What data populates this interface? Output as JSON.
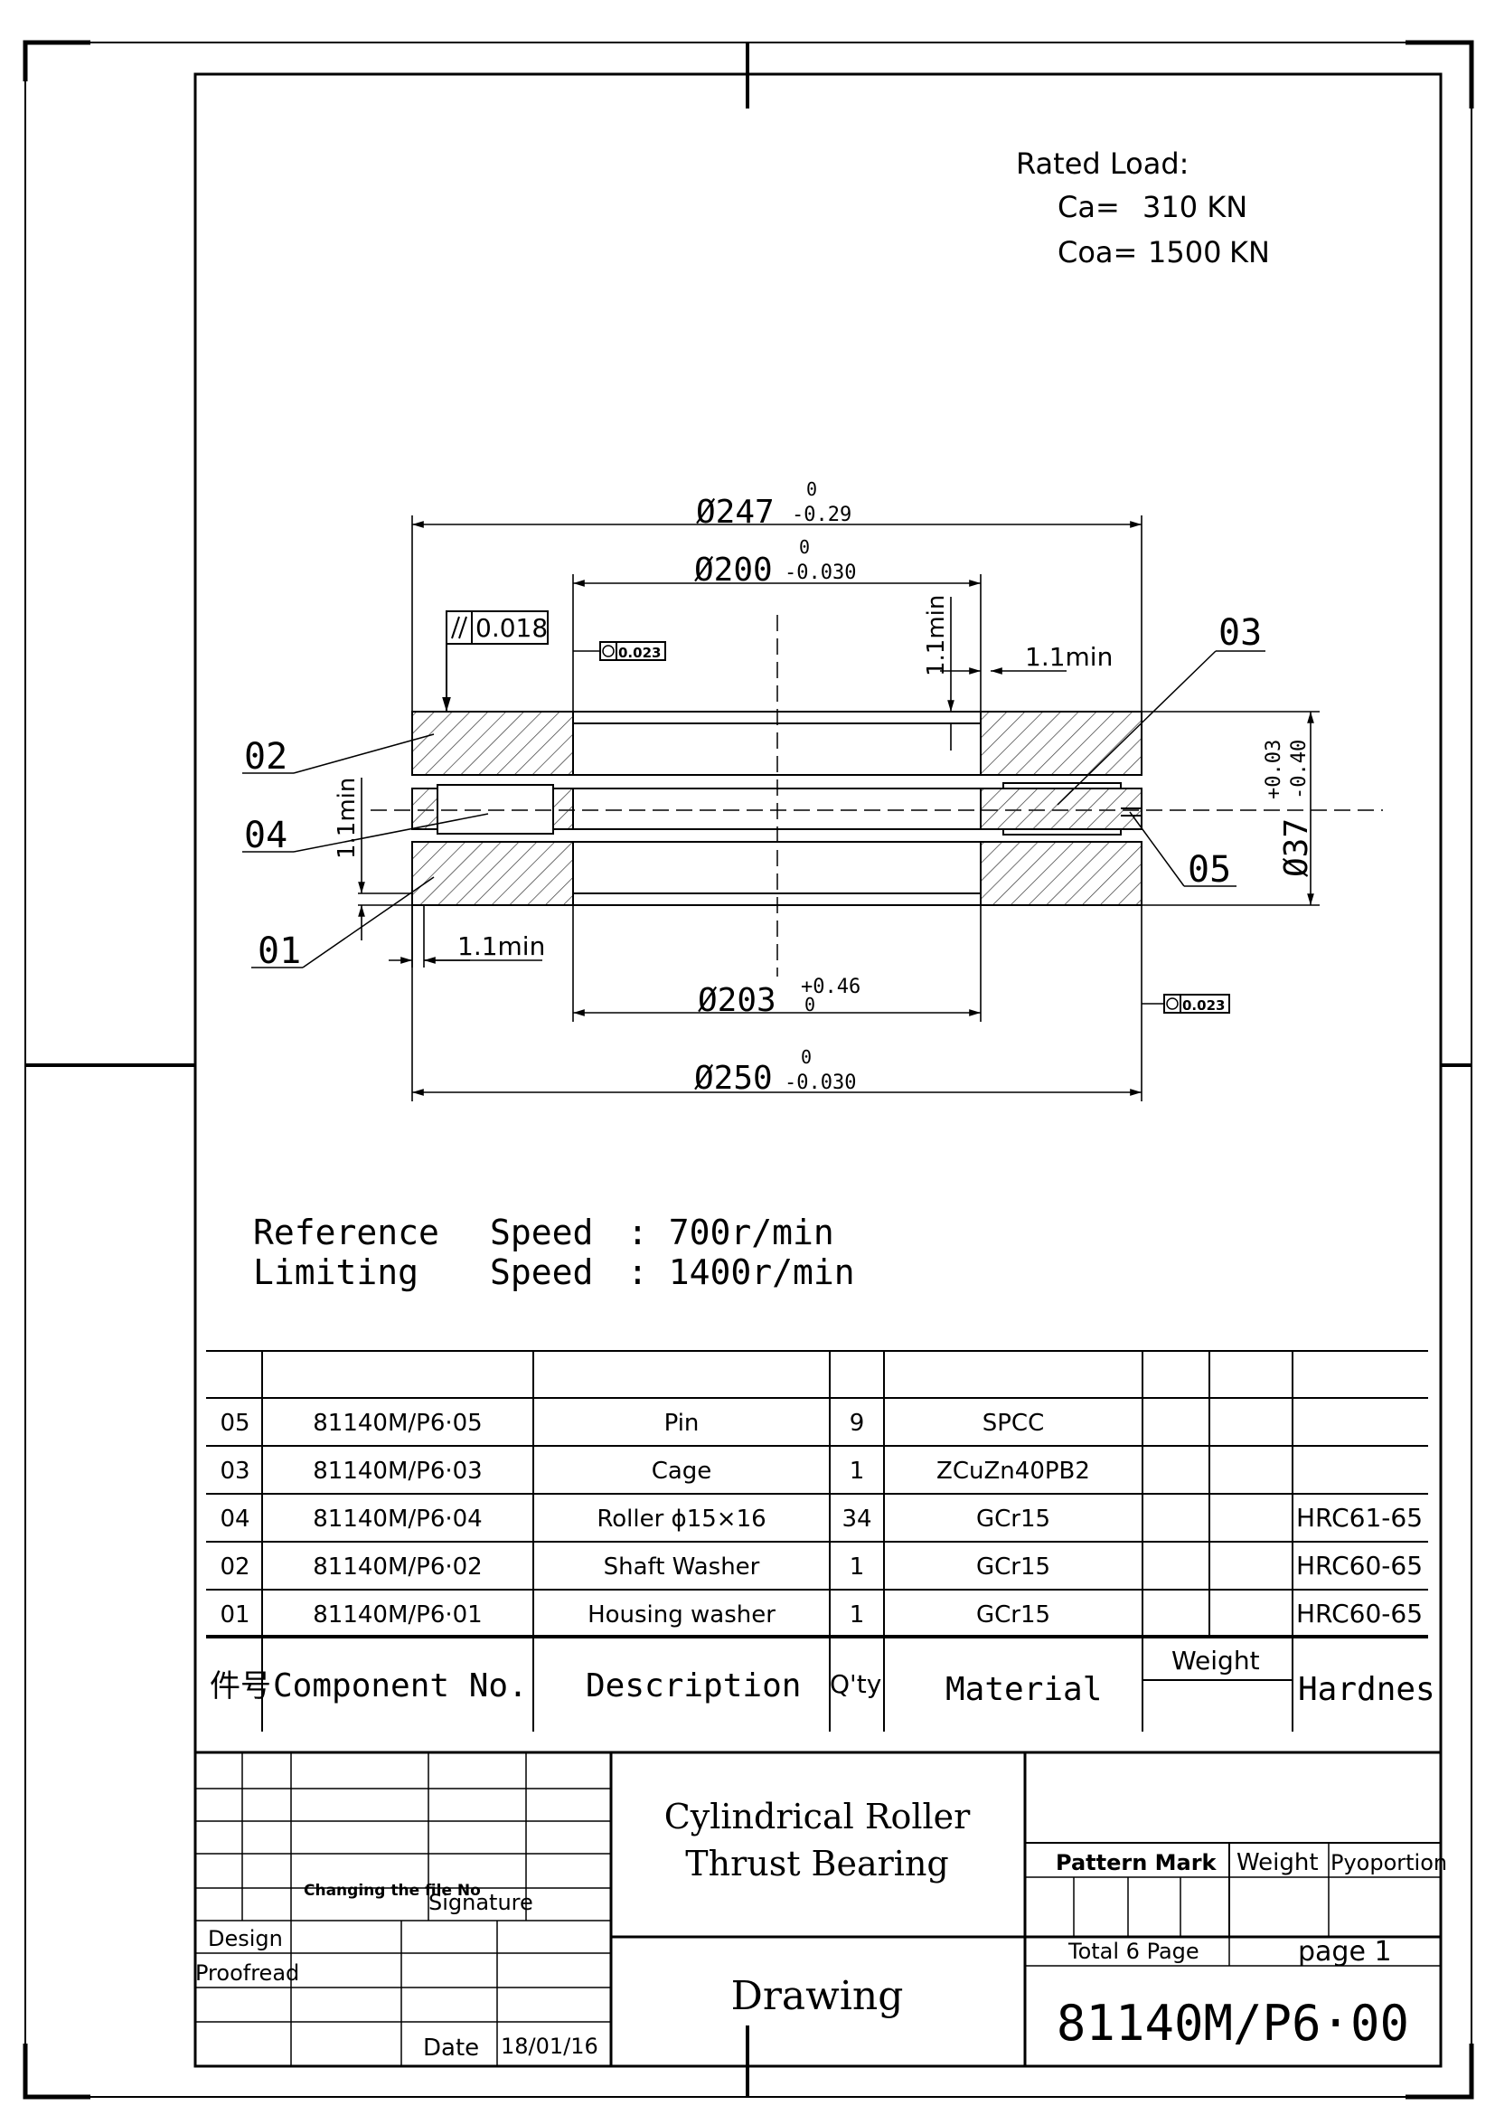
{
  "rated_load": {
    "label": "Rated Load:",
    "ca_label": "Ca=",
    "ca_value": "310 KN",
    "coa_label": "Coa=",
    "coa_value": "1500",
    "coa_unit": "KN"
  },
  "dimensions": {
    "d247": "Ø247",
    "d247_upper": "0",
    "d247_lower": "-0.29",
    "d200": "Ø200",
    "d200_upper": "0",
    "d200_lower": "-0.030",
    "d203": "Ø203",
    "d203_upper": "+0.46",
    "d203_lower": "0",
    "d250": "Ø250",
    "d250_upper": "0",
    "d250_lower": "-0.030",
    "h37": "Ø37",
    "h37_upper": "+0.03",
    "h37_lower": "-0.40",
    "min_1": "1.1min",
    "min_2": "1.1min",
    "min_3": "1.1min",
    "min_4": "1.1min",
    "parallel_tol": "0.018",
    "runout_tol_top": "0.023",
    "runout_tol_bottom": "0.023"
  },
  "callouts": [
    "02",
    "04",
    "01",
    "03",
    "05"
  ],
  "speed": {
    "ref_label": "Reference",
    "lim_label": "Limiting",
    "speed_word_1": "Speed",
    "speed_word_2": "Speed",
    "ref_value": ":  700r/min",
    "lim_value": ": 1400r/min"
  },
  "parts_table": {
    "rows": [
      {
        "no": "05",
        "component": "81140M/P6·05",
        "description": "Pin",
        "qty": "9",
        "material": "SPCC",
        "hardness": ""
      },
      {
        "no": "03",
        "component": "81140M/P6·03",
        "description": "Cage",
        "qty": "1",
        "material": "ZCuZn40PB2",
        "hardness": ""
      },
      {
        "no": "04",
        "component": "81140M/P6·04",
        "description": "Roller ɸ15×16",
        "qty": "34",
        "material": "GCr15",
        "hardness": "HRC61-65"
      },
      {
        "no": "02",
        "component": "81140M/P6·02",
        "description": "Shaft Washer",
        "qty": "1",
        "material": "GCr15",
        "hardness": "HRC60-65"
      },
      {
        "no": "01",
        "component": "81140M/P6·01",
        "description": "Housing washer",
        "qty": "1",
        "material": "GCr15",
        "hardness": "HRC60-65"
      }
    ],
    "headers": {
      "no": "件号",
      "component": "Component No.",
      "description": "Description",
      "qty": "Q'ty",
      "material": "Material",
      "weight": "Weight",
      "hardness": "Hardnes"
    }
  },
  "title_block": {
    "changing_file": "Changing the file No",
    "signature": "Signature",
    "design": "Design",
    "proofread": "Proofread",
    "date_label": "Date",
    "date_value": "18/01/16",
    "title_line1": "Cylindrical Roller",
    "title_line2": "Thrust Bearing",
    "drawing": "Drawing",
    "pattern_mark": "Pattern Mark",
    "weight": "Weight",
    "proportion": "Pyoportion",
    "total_pages": "Total 6 Page",
    "page": "page 1",
    "drawing_no": "81140M/P6·00"
  }
}
